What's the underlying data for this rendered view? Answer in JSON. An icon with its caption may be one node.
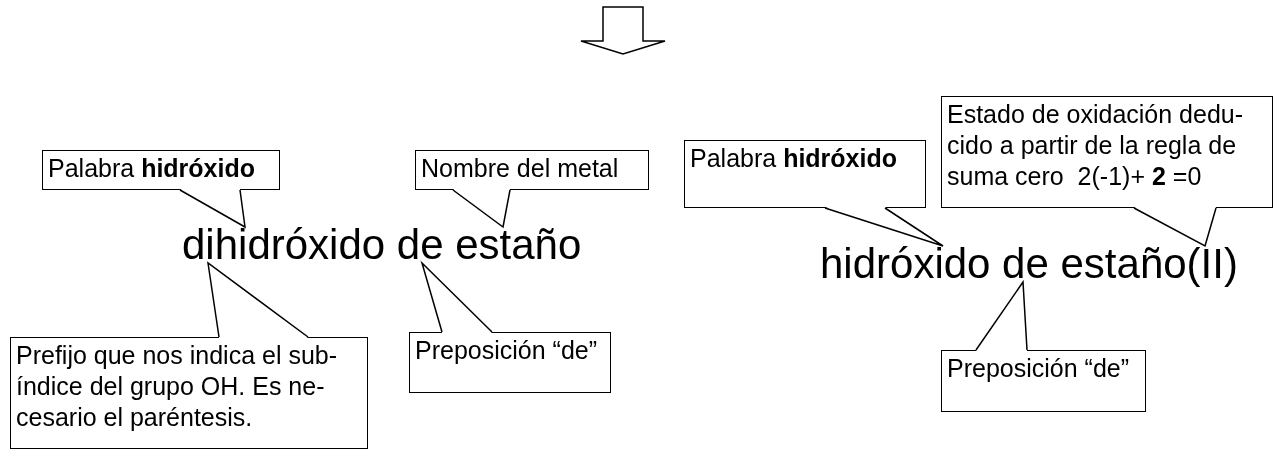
{
  "diagram": {
    "nodes": [
      {
        "text": [
          "Palabra **hidróxido**"
        ]
      },
      {
        "text": [
          "Nombre del metal"
        ]
      },
      {
        "text": [
          "dihidróxido de estaño"
        ]
      },
      {
        "text": [
          "Prefijo que nos indica el sub- índice del grupo OH. Es ne- cesario el paréntesis."
        ]
      },
      {
        "text": [
          "Preposición “de”"
        ]
      },
      {
        "text": [
          "Palabra **hidróxido**"
        ]
      },
      {
        "text": [
          "Estado de oxidación dedu- cido a partir de la regla de suma cero  2(-1)+ **2** =0"
        ]
      },
      {
        "text": [
          "hidróxido de estaño(II)"
        ]
      },
      {
        "text": [
          "Preposición “de”"
        ]
      }
    ],
    "edges": [
      {
        "from": 0,
        "to": 2,
        "arrow": "none"
      },
      {
        "from": 1,
        "to": 2,
        "arrow": "none"
      },
      {
        "from": 3,
        "to": 2,
        "arrow": "none"
      },
      {
        "from": 4,
        "to": 2,
        "arrow": "none"
      },
      {
        "from": 5,
        "to": 7,
        "arrow": "none"
      },
      {
        "from": 6,
        "to": 7,
        "arrow": "none"
      },
      {
        "from": 8,
        "to": 7,
        "arrow": "none"
      }
    ]
  }
}
